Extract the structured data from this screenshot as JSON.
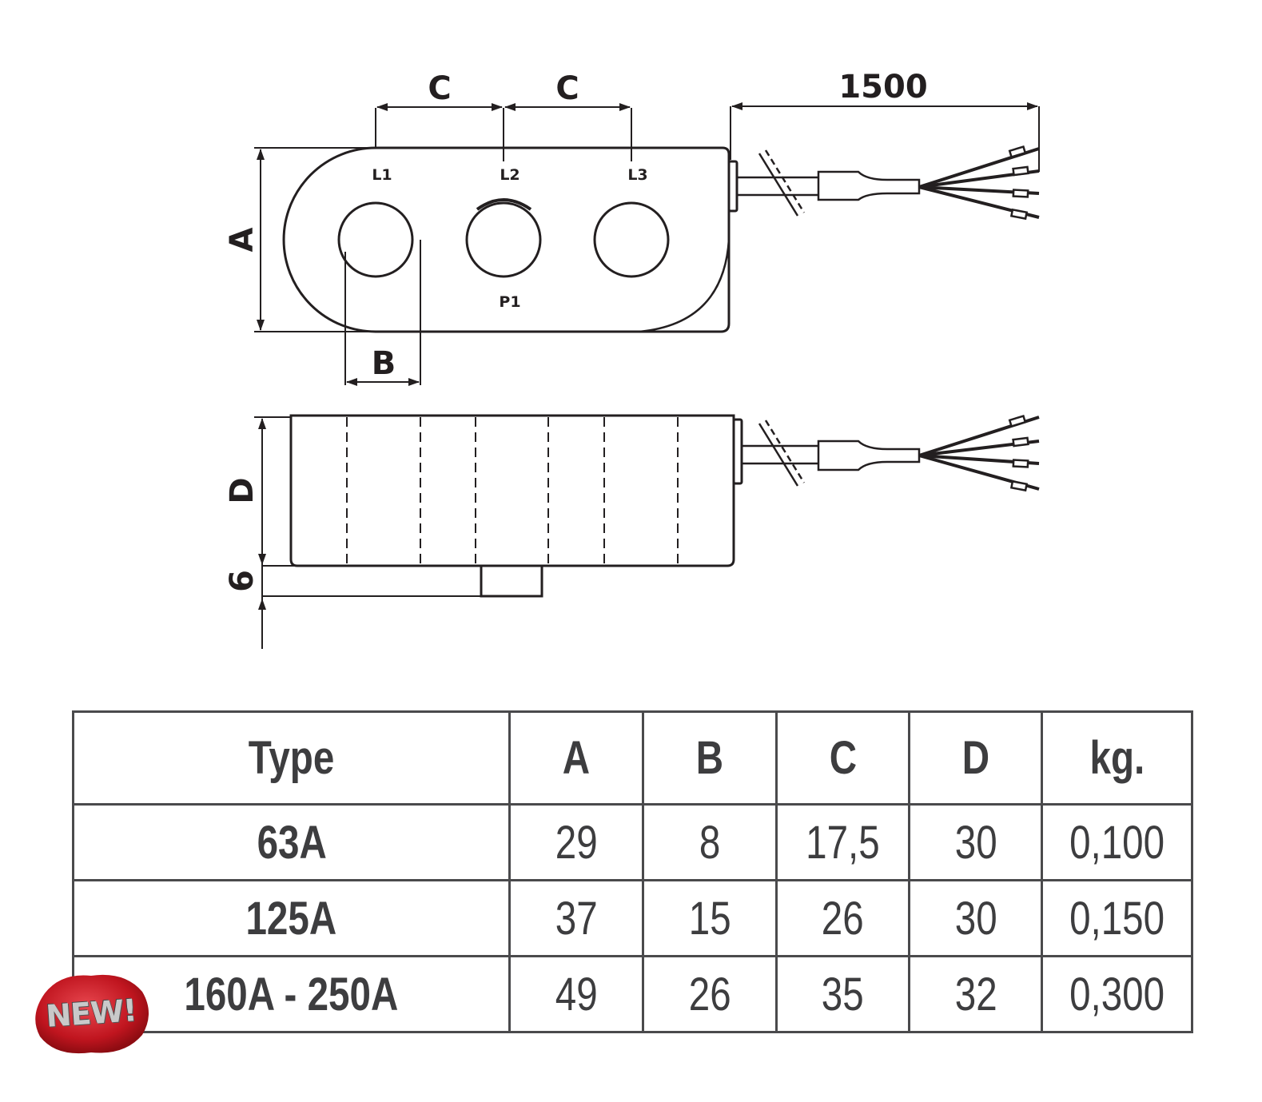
{
  "drawing": {
    "dim_c_left": "C",
    "dim_c_right": "C",
    "dim_cable_length": "1500",
    "dim_a": "A",
    "dim_b": "B",
    "dim_d": "D",
    "dim_6": "6",
    "hole_labels": [
      "L1",
      "L2",
      "L3"
    ],
    "primary_label": "P1"
  },
  "table": {
    "headers": [
      "Type",
      "A",
      "B",
      "C",
      "D",
      "kg."
    ],
    "rows": [
      [
        "63A",
        "29",
        "8",
        "17,5",
        "30",
        "0,100"
      ],
      [
        "125A",
        "37",
        "15",
        "26",
        "30",
        "0,150"
      ],
      [
        "160A - 250A",
        "49",
        "26",
        "35",
        "32",
        "0,300"
      ]
    ]
  },
  "badge": {
    "text": "NEW!"
  }
}
